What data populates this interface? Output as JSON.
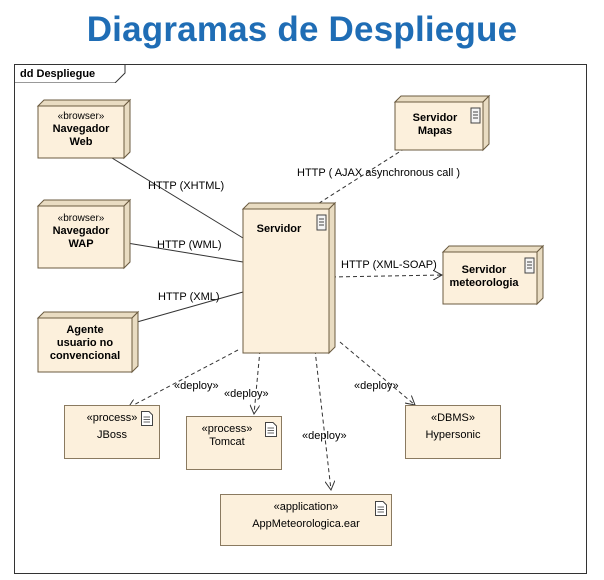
{
  "title": "Diagramas de Despliegue",
  "frame_label": "dd Despliegue",
  "nodes": {
    "nav_web": {
      "stereotype": "«browser»",
      "line1": "Navegador",
      "line2": "Web"
    },
    "nav_wap": {
      "stereotype": "«browser»",
      "line1": "Navegador",
      "line2": "WAP"
    },
    "agente": {
      "line1": "Agente",
      "line2": "usuario no",
      "line3": "convencional"
    },
    "servidor": {
      "label": "Servidor"
    },
    "mapas": {
      "line1": "Servidor",
      "line2": "Mapas"
    },
    "meteo": {
      "line1": "Servidor",
      "line2": "meteorologia"
    }
  },
  "components": {
    "jboss": {
      "stereotype": "«process»",
      "name": "JBoss"
    },
    "tomcat": {
      "stereotype": "«process»",
      "name": "Tomcat"
    },
    "hypersonic": {
      "stereotype": "«DBMS»",
      "name": "Hypersonic"
    },
    "app": {
      "stereotype": "«application»",
      "name": "AppMeteorologica.ear"
    }
  },
  "edges": {
    "xhtml": "HTTP (XHTML)",
    "wml": "HTTP (WML)",
    "xml": "HTTP (XML)",
    "ajax": "HTTP ( AJAX asynchronous call )",
    "soap": "HTTP (XML-SOAP)",
    "deploy1": "«deploy»",
    "deploy2": "«deploy»",
    "deploy3": "«deploy»",
    "deploy4": "«deploy»"
  },
  "colors": {
    "title": "#1f6db5",
    "node_fill": "#fcf0dc",
    "node_side": "#e9dcc2",
    "stroke": "#6b5b40"
  }
}
